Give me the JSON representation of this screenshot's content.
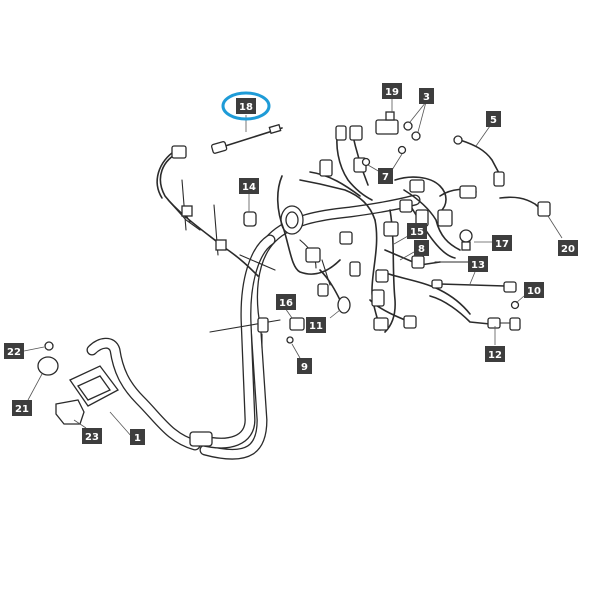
{
  "callouts": [
    {
      "id": "c18",
      "label": "18",
      "highlighted": true
    },
    {
      "id": "c19",
      "label": "19"
    },
    {
      "id": "c3",
      "label": "3"
    },
    {
      "id": "c5",
      "label": "5"
    },
    {
      "id": "c7",
      "label": "7"
    },
    {
      "id": "c14",
      "label": "14"
    },
    {
      "id": "c15",
      "label": "15"
    },
    {
      "id": "c8",
      "label": "8"
    },
    {
      "id": "c17",
      "label": "17"
    },
    {
      "id": "c13",
      "label": "13"
    },
    {
      "id": "c20",
      "label": "20"
    },
    {
      "id": "c16",
      "label": "16"
    },
    {
      "id": "c11",
      "label": "11"
    },
    {
      "id": "c10",
      "label": "10"
    },
    {
      "id": "c9",
      "label": "9"
    },
    {
      "id": "c12",
      "label": "12"
    },
    {
      "id": "c22",
      "label": "22"
    },
    {
      "id": "c21",
      "label": "21"
    },
    {
      "id": "c23",
      "label": "23"
    },
    {
      "id": "c1",
      "label": "1"
    }
  ],
  "colors": {
    "tag_background": "#3d3d3d",
    "tag_text": "#ffffff",
    "highlight_ring": "#1e9bd7",
    "line": "#2b2b2b"
  }
}
